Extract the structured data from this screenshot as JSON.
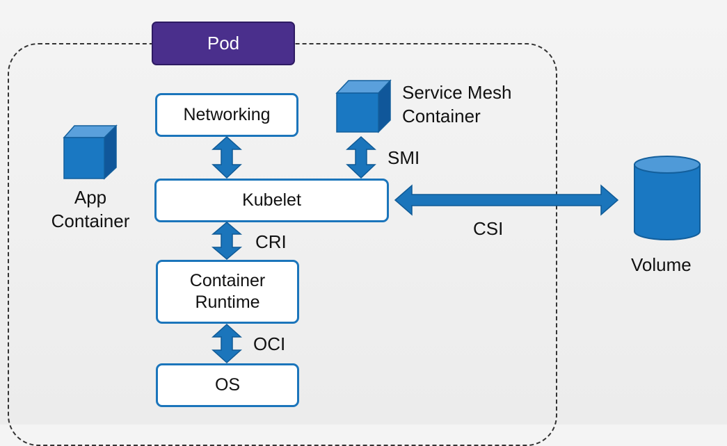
{
  "pod": {
    "label": "Pod"
  },
  "components": {
    "networking": "Networking",
    "kubelet": "Kubelet",
    "container_runtime": "Container\nRuntime",
    "os": "OS"
  },
  "external": {
    "app_container": "App\nContainer",
    "service_mesh": "Service Mesh\nContainer",
    "volume": "Volume"
  },
  "interfaces": {
    "smi": "SMI",
    "cri": "CRI",
    "oci": "OCI",
    "csi": "CSI"
  },
  "colors": {
    "box_border": "#1b75bb",
    "arrow": "#1b75bb",
    "pod_label_bg": "#4a2f8c",
    "cube": "#1a78c2"
  }
}
